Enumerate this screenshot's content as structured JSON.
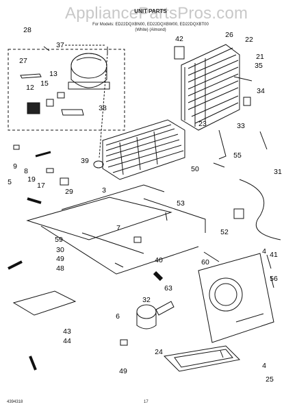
{
  "watermark": "AppliancePartsPros.com",
  "header": {
    "title": "UNIT PARTS",
    "model_line": "For Models: ED22DQXBN00, ED22DQXBW00, ED22DQXBT00",
    "sub_line": "(White)    (Almond)"
  },
  "footer": {
    "doc_number": "4394318",
    "page_number": "17"
  },
  "callouts": [
    {
      "id": "c28",
      "text": "28"
    },
    {
      "id": "c37",
      "text": "37"
    },
    {
      "id": "c27",
      "text": "27"
    },
    {
      "id": "c13",
      "text": "13"
    },
    {
      "id": "c12",
      "text": "12"
    },
    {
      "id": "c15",
      "text": "15"
    },
    {
      "id": "c38",
      "text": "38"
    },
    {
      "id": "c42",
      "text": "42"
    },
    {
      "id": "c26",
      "text": "26"
    },
    {
      "id": "c22",
      "text": "22"
    },
    {
      "id": "c21",
      "text": "21"
    },
    {
      "id": "c35",
      "text": "35"
    },
    {
      "id": "c34",
      "text": "34"
    },
    {
      "id": "c23",
      "text": "23"
    },
    {
      "id": "c33",
      "text": "33"
    },
    {
      "id": "c55",
      "text": "55"
    },
    {
      "id": "c50",
      "text": "50"
    },
    {
      "id": "c31",
      "text": "31"
    },
    {
      "id": "c9",
      "text": "9"
    },
    {
      "id": "c8",
      "text": "8"
    },
    {
      "id": "c39",
      "text": "39"
    },
    {
      "id": "c19",
      "text": "19"
    },
    {
      "id": "c17",
      "text": "17"
    },
    {
      "id": "c29",
      "text": "29"
    },
    {
      "id": "c5",
      "text": "5"
    },
    {
      "id": "c3",
      "text": "3"
    },
    {
      "id": "c53",
      "text": "53"
    },
    {
      "id": "c7",
      "text": "7"
    },
    {
      "id": "c52",
      "text": "52"
    },
    {
      "id": "c59",
      "text": "59"
    },
    {
      "id": "c30",
      "text": "30"
    },
    {
      "id": "c49a",
      "text": "49"
    },
    {
      "id": "c48",
      "text": "48"
    },
    {
      "id": "c40",
      "text": "40"
    },
    {
      "id": "c4a",
      "text": "4"
    },
    {
      "id": "c41",
      "text": "41"
    },
    {
      "id": "c56",
      "text": "56"
    },
    {
      "id": "c60",
      "text": "60"
    },
    {
      "id": "c63",
      "text": "63"
    },
    {
      "id": "c32",
      "text": "32"
    },
    {
      "id": "c6",
      "text": "6"
    },
    {
      "id": "c43",
      "text": "43"
    },
    {
      "id": "c44",
      "text": "44"
    },
    {
      "id": "c24",
      "text": "24"
    },
    {
      "id": "c49b",
      "text": "49"
    },
    {
      "id": "c4b",
      "text": "4"
    },
    {
      "id": "c25",
      "text": "25"
    }
  ]
}
